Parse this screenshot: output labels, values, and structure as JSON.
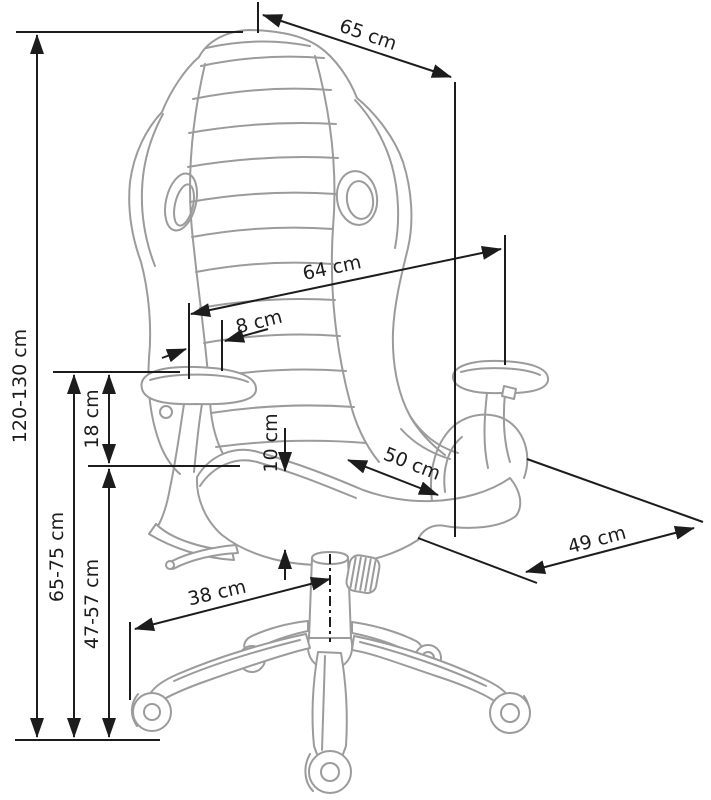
{
  "diagram": {
    "unit": "cm",
    "colors": {
      "dimension_lines": "#1c1c1c",
      "chair_outline": "#9b9b9b",
      "background": "#ffffff"
    },
    "dimensions": {
      "total_height": {
        "label": "120-130 cm"
      },
      "backrest_top_width": {
        "label": "65 cm"
      },
      "backrest_height": {
        "label": "64 cm"
      },
      "backrest_side_depth": {
        "label": "8 cm"
      },
      "armrest_above_seat": {
        "label": "18 cm"
      },
      "seat_cushion_thickness": {
        "label": "10 cm"
      },
      "seat_depth": {
        "label": "50 cm"
      },
      "seat_width": {
        "label": "49 cm"
      },
      "armrest_height": {
        "label": "65-75 cm"
      },
      "seat_height": {
        "label": "47-57 cm"
      },
      "base_radius": {
        "label": "38 cm"
      }
    }
  }
}
